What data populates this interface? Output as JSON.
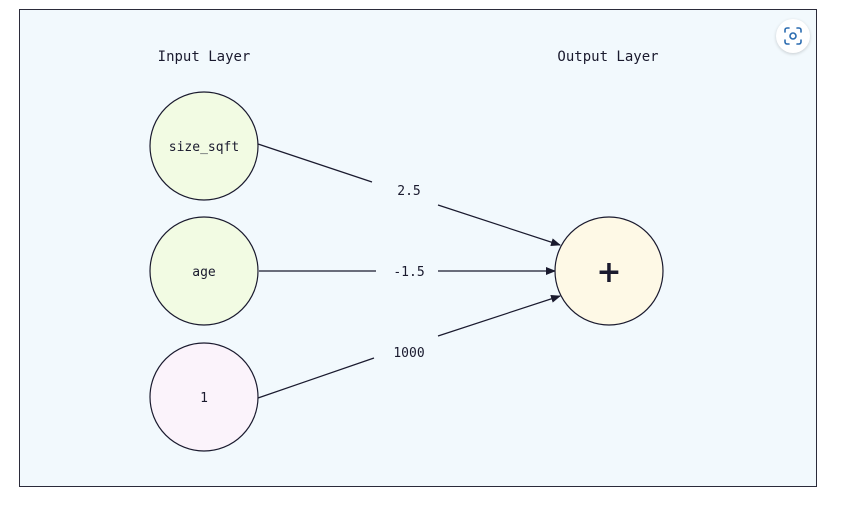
{
  "layers": {
    "input_title": "Input Layer",
    "output_title": "Output Layer"
  },
  "inputs": [
    {
      "label": "size_sqft",
      "fill": "#f2fbe3"
    },
    {
      "label": "age",
      "fill": "#f2fbe3"
    },
    {
      "label": "1",
      "fill": "#fbf3fb"
    }
  ],
  "output": {
    "label": "+",
    "fill": "#fef9e6"
  },
  "weights": [
    "2.5",
    "-1.5",
    "1000"
  ],
  "controls": {
    "focus_icon": "focus-viewfinder-icon"
  },
  "colors": {
    "background": "#f2f9fd",
    "stroke": "#1a1a2e",
    "accent": "#2b6cb0"
  }
}
